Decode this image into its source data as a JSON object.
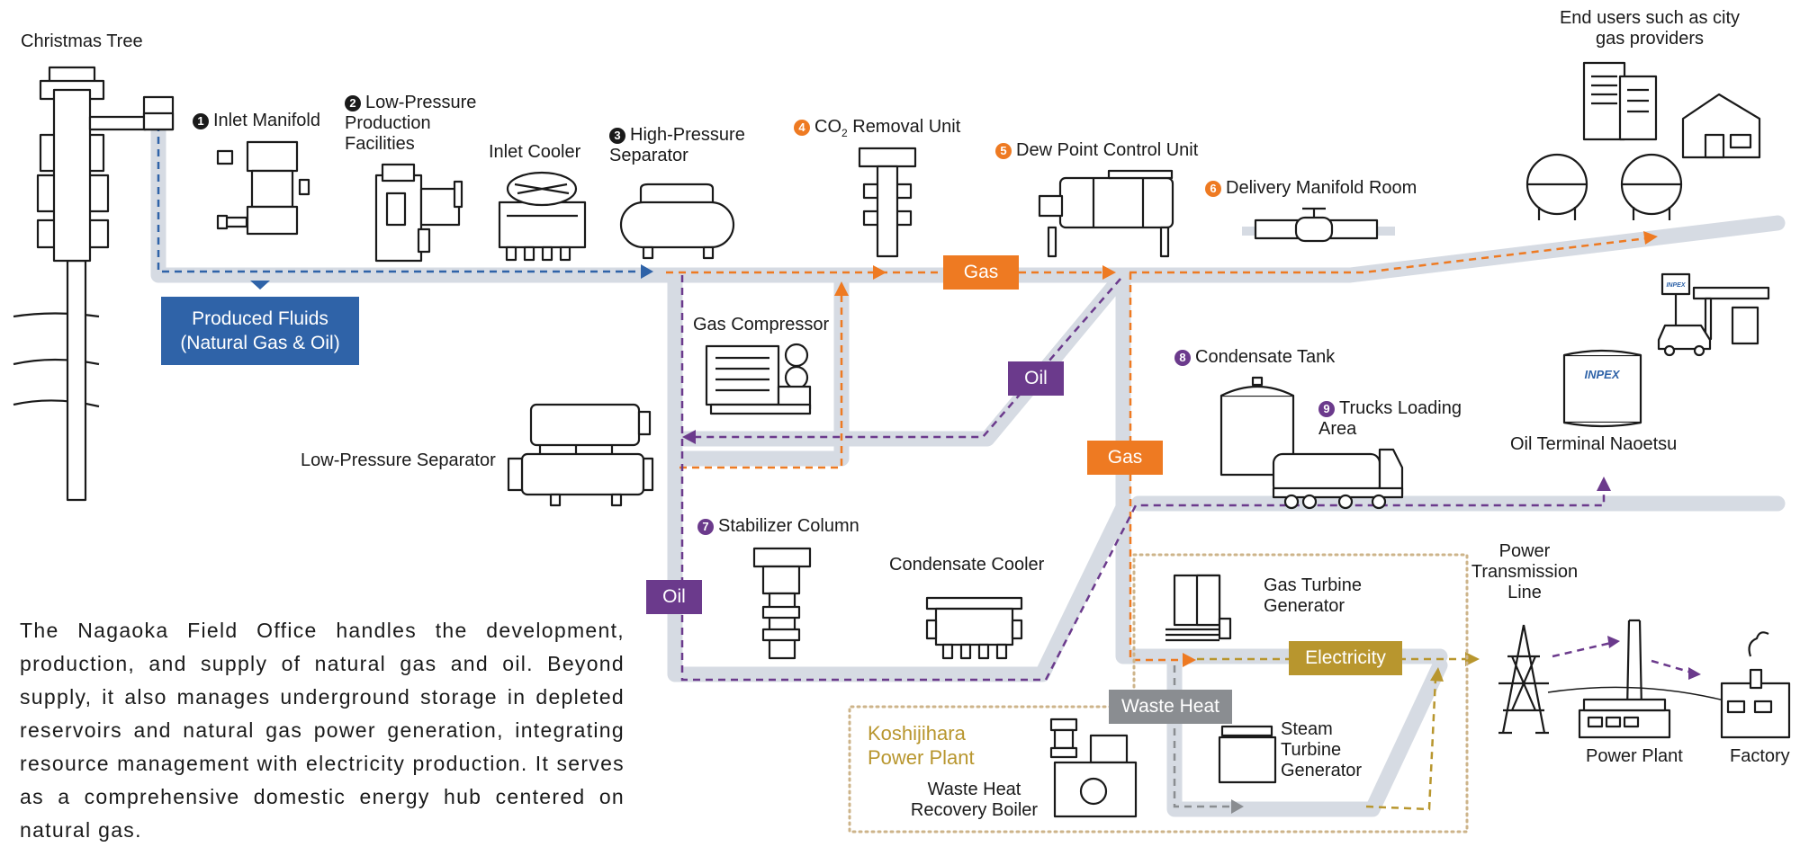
{
  "labels": {
    "christmas_tree": "Christmas Tree",
    "inlet_manifold": "Inlet Manifold",
    "low_pressure_production": "Low-Pressure Production Facilities",
    "inlet_cooler": "Inlet Cooler",
    "high_pressure_separator": "High-Pressure Separator",
    "co2_removal_prefix": "CO",
    "co2_removal_sub": "2",
    "co2_removal_suffix": " Removal Unit",
    "dew_point": "Dew Point Control Unit",
    "delivery_manifold": "Delivery Manifold Room",
    "end_users": "End users such as city gas providers",
    "gas_compressor": "Gas Compressor",
    "low_pressure_separator": "Low-Pressure Separator",
    "condensate_tank": "Condensate Tank",
    "trucks_loading": "Trucks Loading Area",
    "oil_terminal": "Oil Terminal Naoetsu",
    "stabilizer_column": "Stabilizer Column",
    "condensate_cooler": "Condensate Cooler",
    "gas_turbine": "Gas Turbine Generator",
    "power_transmission": "Power Transmission Line",
    "steam_turbine": "Steam Turbine Generator",
    "waste_heat_boiler": "Waste Heat Recovery Boiler",
    "power_plant": "Power Plant",
    "factory": "Factory",
    "koshijihara": "Koshijihara Power Plant",
    "brand": "INPEX"
  },
  "numbers": {
    "n1": "1",
    "n2": "2",
    "n3": "3",
    "n4": "4",
    "n5": "5",
    "n6": "6",
    "n7": "7",
    "n8": "8",
    "n9": "9"
  },
  "tags": {
    "gas_1": "Gas",
    "gas_2": "Gas",
    "oil_1": "Oil",
    "oil_2": "Oil",
    "electricity": "Electricity",
    "waste_heat": "Waste Heat"
  },
  "produced_fluids": {
    "line1": "Produced Fluids",
    "line2": "(Natural Gas & Oil)"
  },
  "description": "The Nagaoka Field Office handles the development, production, and supply of natural gas and oil.  Beyond supply, it also manages underground storage in depleted reservoirs and natural gas power generation, integrating resource management with electricity production.  It serves as a comprehensive domestic energy hub centered on natural gas.",
  "colors": {
    "pipe": "#d6dbe3",
    "produced_blue": "#2f63a8",
    "gas_orange": "#ee7a22",
    "oil_purple": "#6b3a8c",
    "electricity_gold": "#b8962e",
    "waste_heat_gray": "#8a8d91",
    "line_art": "#1a1a1a"
  },
  "icons": {
    "christmas_tree": "wellhead-icon",
    "inlet_manifold": "manifold-icon",
    "low_pressure_production": "production-unit-icon",
    "inlet_cooler": "cooler-fan-icon",
    "high_pressure_separator": "separator-vessel-icon",
    "co2_removal": "column-icon",
    "dew_point": "heat-exchanger-icon",
    "delivery_manifold": "valve-icon",
    "end_users": "city-buildings-icon",
    "gas_compressor": "compressor-icon",
    "low_pressure_separator": "separator-vessel-icon",
    "condensate_tank": "storage-tank-icon",
    "trucks": "tanker-truck-icon",
    "oil_terminal": "oil-tank-icon",
    "gas_station": "gas-station-icon",
    "stabilizer_column": "stabilizer-column-icon",
    "condensate_cooler": "cooler-icon",
    "gas_turbine": "turbine-generator-icon",
    "steam_turbine": "steam-turbine-icon",
    "waste_heat_boiler": "boiler-icon",
    "power_transmission": "pylon-icon",
    "power_plant": "power-plant-icon",
    "factory": "factory-icon"
  }
}
